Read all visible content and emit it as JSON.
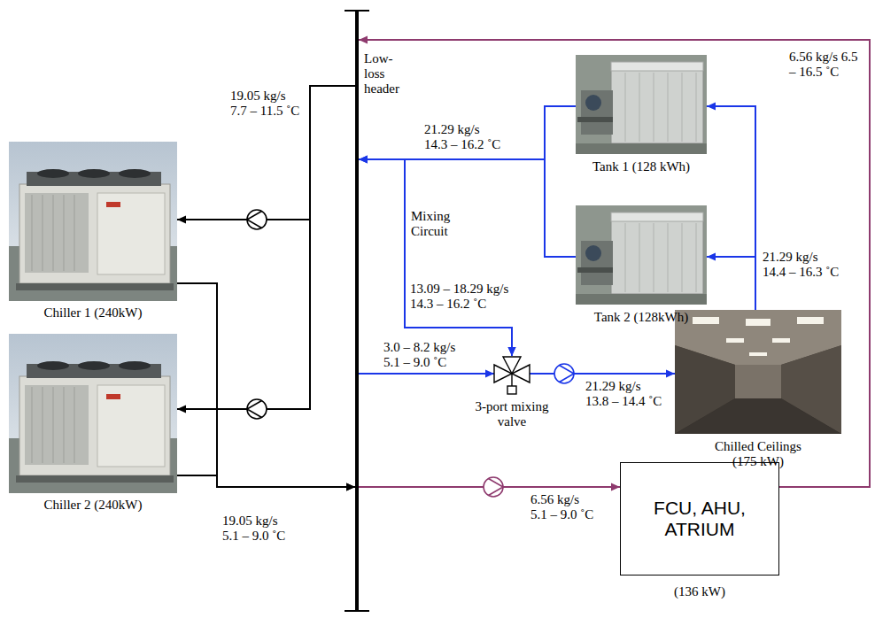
{
  "diagram": {
    "nodes": [
      {
        "text": [
          "Low- loss header"
        ]
      },
      {
        "text": [
          "Tank 1 (128 kWh)"
        ]
      },
      {
        "text": [
          "Chiller 1 (240kW)"
        ]
      },
      {
        "text": [
          "Tank 2 (128kWh)"
        ]
      },
      {
        "text": [
          "Chilled Ceilings (175 kW)"
        ]
      },
      {
        "text": [
          "3-port mixing valve"
        ]
      },
      {
        "text": [
          "Chiller 2 (240kW)"
        ]
      },
      {
        "text": [
          "FCU, AHU, ATRIUM",
          "(136 kW)"
        ]
      }
    ],
    "edges": [
      {
        "from": 0,
        "to": 2,
        "arrow": "to",
        "label": "19.05 kg/s 7.7 – 11.5 ˚C"
      },
      {
        "from": 0,
        "to": 6,
        "arrow": "to"
      },
      {
        "from": 2,
        "to": 0,
        "arrow": "to",
        "label": "19.05 kg/s 5.1 – 9.0 ˚C"
      },
      {
        "from": 6,
        "to": 0,
        "arrow": "to"
      },
      {
        "from": 1,
        "to": 0,
        "arrow": "to",
        "label": "21.29 kg/s 14.3 – 16.2 ˚C"
      },
      {
        "from": 3,
        "to": 0,
        "arrow": "to"
      },
      {
        "from": 1,
        "to": 5,
        "arrow": "to",
        "label": "13.09 – 18.29 kg/s 14.3 – 16.2 ˚C"
      },
      {
        "from": 3,
        "to": 5,
        "arrow": "to"
      },
      {
        "from": 0,
        "to": 5,
        "arrow": "to",
        "label": "3.0 – 8.2 kg/s 5.1 – 9.0 ˚C"
      },
      {
        "from": 5,
        "to": 4,
        "arrow": "to",
        "label": "21.29 kg/s 13.8 – 14.4 ˚C"
      },
      {
        "from": 4,
        "to": 1,
        "arrow": "to",
        "label": "21.29 kg/s 14.4 – 16.3 ˚C"
      },
      {
        "from": 4,
        "to": 3,
        "arrow": "to"
      },
      {
        "from": 0,
        "to": 7,
        "arrow": "to",
        "label": "6.56 kg/s 5.1 – 9.0 ˚C"
      },
      {
        "from": 7,
        "to": 0,
        "arrow": "to",
        "label": "6.56 kg/s 6.5 – 16.5 ˚C"
      }
    ],
    "labels": [
      "Mixing Circuit"
    ]
  }
}
